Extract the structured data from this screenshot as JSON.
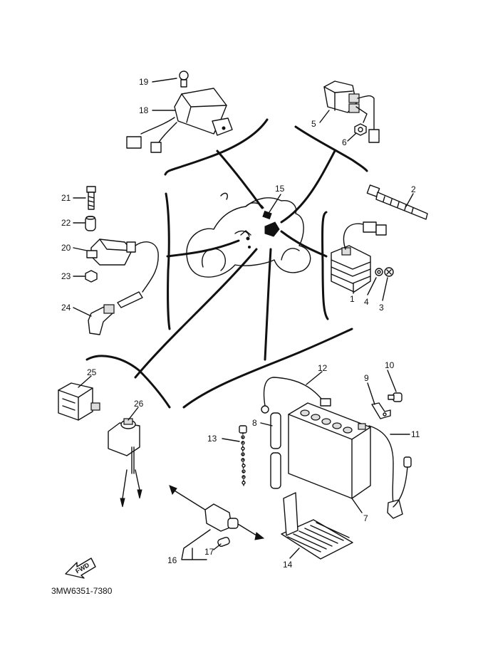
{
  "diagram": {
    "drawing_code": "3MW6351-7380",
    "direction_mark": "FWD",
    "callouts": [
      {
        "id": "p1",
        "number": "1"
      },
      {
        "id": "p2",
        "number": "2"
      },
      {
        "id": "p3",
        "number": "3"
      },
      {
        "id": "p4",
        "number": "4"
      },
      {
        "id": "p5",
        "number": "5"
      },
      {
        "id": "p6",
        "number": "6"
      },
      {
        "id": "p7",
        "number": "7"
      },
      {
        "id": "p8",
        "number": "8"
      },
      {
        "id": "p9",
        "number": "9"
      },
      {
        "id": "p10",
        "number": "10"
      },
      {
        "id": "p11",
        "number": "11"
      },
      {
        "id": "p12",
        "number": "12"
      },
      {
        "id": "p13",
        "number": "13"
      },
      {
        "id": "p14",
        "number": "14"
      },
      {
        "id": "p15",
        "number": "15"
      },
      {
        "id": "p16",
        "number": "16"
      },
      {
        "id": "p17",
        "number": "17"
      },
      {
        "id": "p18",
        "number": "18"
      },
      {
        "id": "p19",
        "number": "19"
      },
      {
        "id": "p20",
        "number": "20"
      },
      {
        "id": "p21",
        "number": "21"
      },
      {
        "id": "p22",
        "number": "22"
      },
      {
        "id": "p23",
        "number": "23"
      },
      {
        "id": "p24",
        "number": "24"
      },
      {
        "id": "p25",
        "number": "25"
      },
      {
        "id": "p26",
        "number": "26"
      }
    ]
  }
}
